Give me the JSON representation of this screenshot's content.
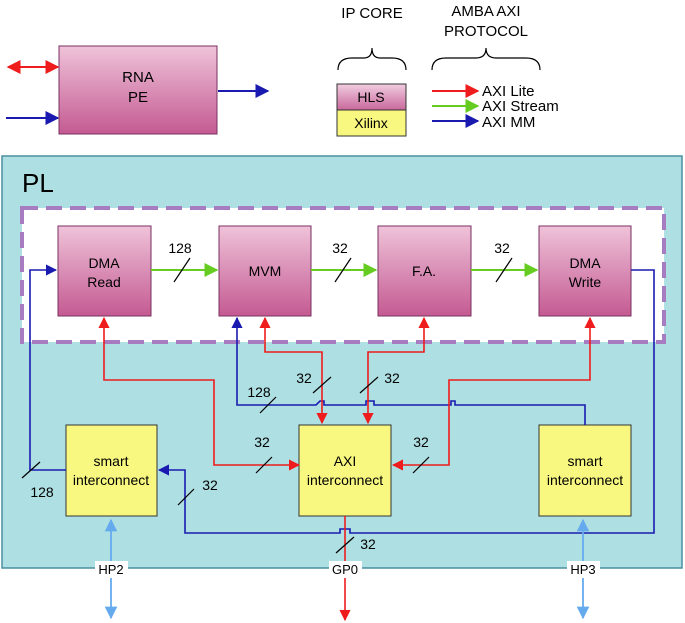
{
  "legend": {
    "ip_core_title": "IP CORE",
    "amba_title_line1": "AMBA AXI",
    "amba_title_line2": "PROTOCOL",
    "hls_label": "HLS",
    "xilinx_label": "Xilinx",
    "axi_lite_label": "AXI Lite",
    "axi_stream_label": "AXI Stream",
    "axi_mm_label": "AXI MM",
    "rna_pe_line1": "RNA",
    "rna_pe_line2": "PE"
  },
  "pl_label": "PL",
  "blocks": {
    "dma_read_line1": "DMA",
    "dma_read_line2": "Read",
    "mvm": "MVM",
    "fa": "F.A.",
    "dma_write_line1": "DMA",
    "dma_write_line2": "Write",
    "smart_left_line1": "smart",
    "smart_left_line2": "interconnect",
    "axi_ic_line1": "AXI",
    "axi_ic_line2": "interconnect",
    "smart_right_line1": "smart",
    "smart_right_line2": "interconnect"
  },
  "bus_widths": {
    "dmaread_to_mvm": "128",
    "mvm_to_fa": "32",
    "fa_to_dmawrite": "32",
    "mm_128_mid": "128",
    "lite_32_mvm": "32",
    "lite_32_fa": "32",
    "lite_32_left": "32",
    "lite_32_right": "32",
    "mm_128_left": "128",
    "mm_32_smart": "32",
    "gp0_32": "32"
  },
  "ports": {
    "hp2": "HP2",
    "gp0": "GP0",
    "hp3": "HP3"
  },
  "colors": {
    "axi_lite": "#ee1c1c",
    "axi_stream": "#66cc22",
    "axi_mm": "#1a1ab0",
    "hp_port": "#66aaee",
    "pl_fill": "#aee0e3",
    "pl_border": "#4a8fa0",
    "dashed_border": "#a77cc0",
    "yellow_block": "#f8f880"
  }
}
